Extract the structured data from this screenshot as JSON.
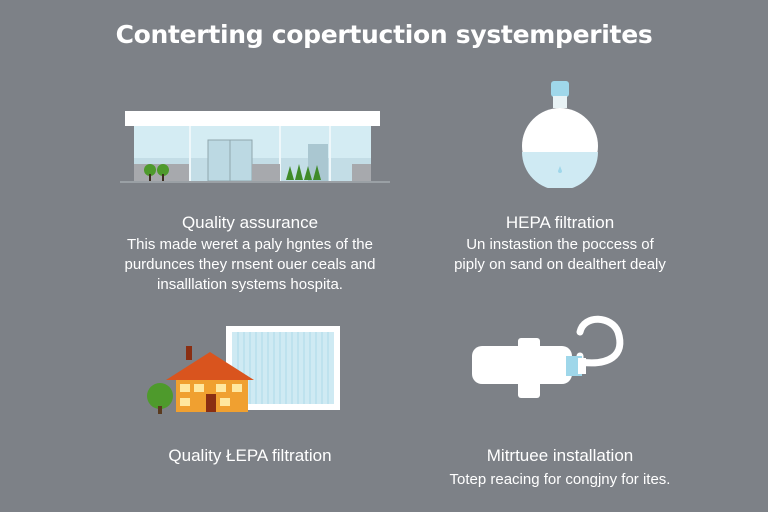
{
  "page": {
    "title": "Conterting copertuction systemperites"
  },
  "cards": [
    {
      "title": "Quality assurance",
      "description": [
        "This made weret a paly hgntes of the",
        "purdunces they rnsent ouer ceals and",
        "insalllation systems hospita."
      ],
      "illustration": "building-illustration"
    },
    {
      "title": "HEPA filtration",
      "description": [
        "Un instastion the poccess of",
        "piply on sand on dealthert dealy"
      ],
      "illustration": "flask-illustration"
    },
    {
      "title": "Quality ŁEPA filtration",
      "description": [],
      "illustration": "house-filter-illustration"
    },
    {
      "title": "Mitrtuee installation",
      "description": [
        "Totep reacing for congjny for ites."
      ],
      "illustration": "pipe-illustration"
    }
  ],
  "colors": {
    "background": "#7d8187",
    "glass": "#cfeaf3",
    "accent_blue": "#9fd7ea",
    "roof_orange": "#d9541e",
    "wall_orange": "#f0a030",
    "tree_green": "#4e9a2c",
    "white": "#ffffff"
  }
}
